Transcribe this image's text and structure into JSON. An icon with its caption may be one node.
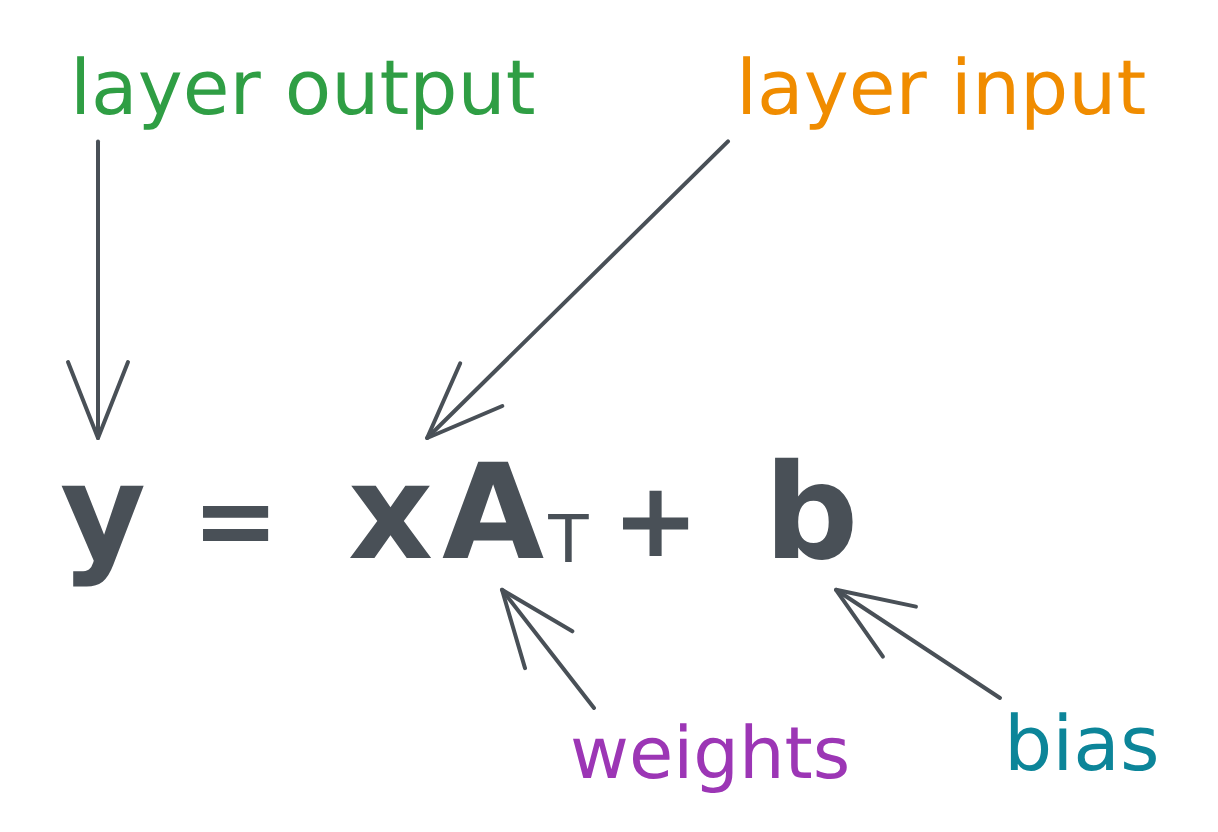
{
  "diagram": {
    "nodes": [
      {
        "text": [
          "layer output"
        ]
      },
      {
        "text": [
          "layer input"
        ]
      },
      {
        "text": [
          "y"
        ]
      },
      {
        "text": [
          "x"
        ]
      },
      {
        "text": [
          "A$_{T}$"
        ]
      },
      {
        "text": [
          "b"
        ]
      },
      {
        "text": [
          "weights"
        ]
      },
      {
        "text": [
          "bias"
        ]
      }
    ],
    "edges": [
      {
        "from": 0,
        "to": 2,
        "arrow": "to"
      },
      {
        "from": 1,
        "to": 3,
        "arrow": "to"
      },
      {
        "from": 6,
        "to": 4,
        "arrow": "to"
      },
      {
        "from": 7,
        "to": 5,
        "arrow": "to"
      }
    ],
    "labels": [
      "=",
      "+"
    ]
  }
}
